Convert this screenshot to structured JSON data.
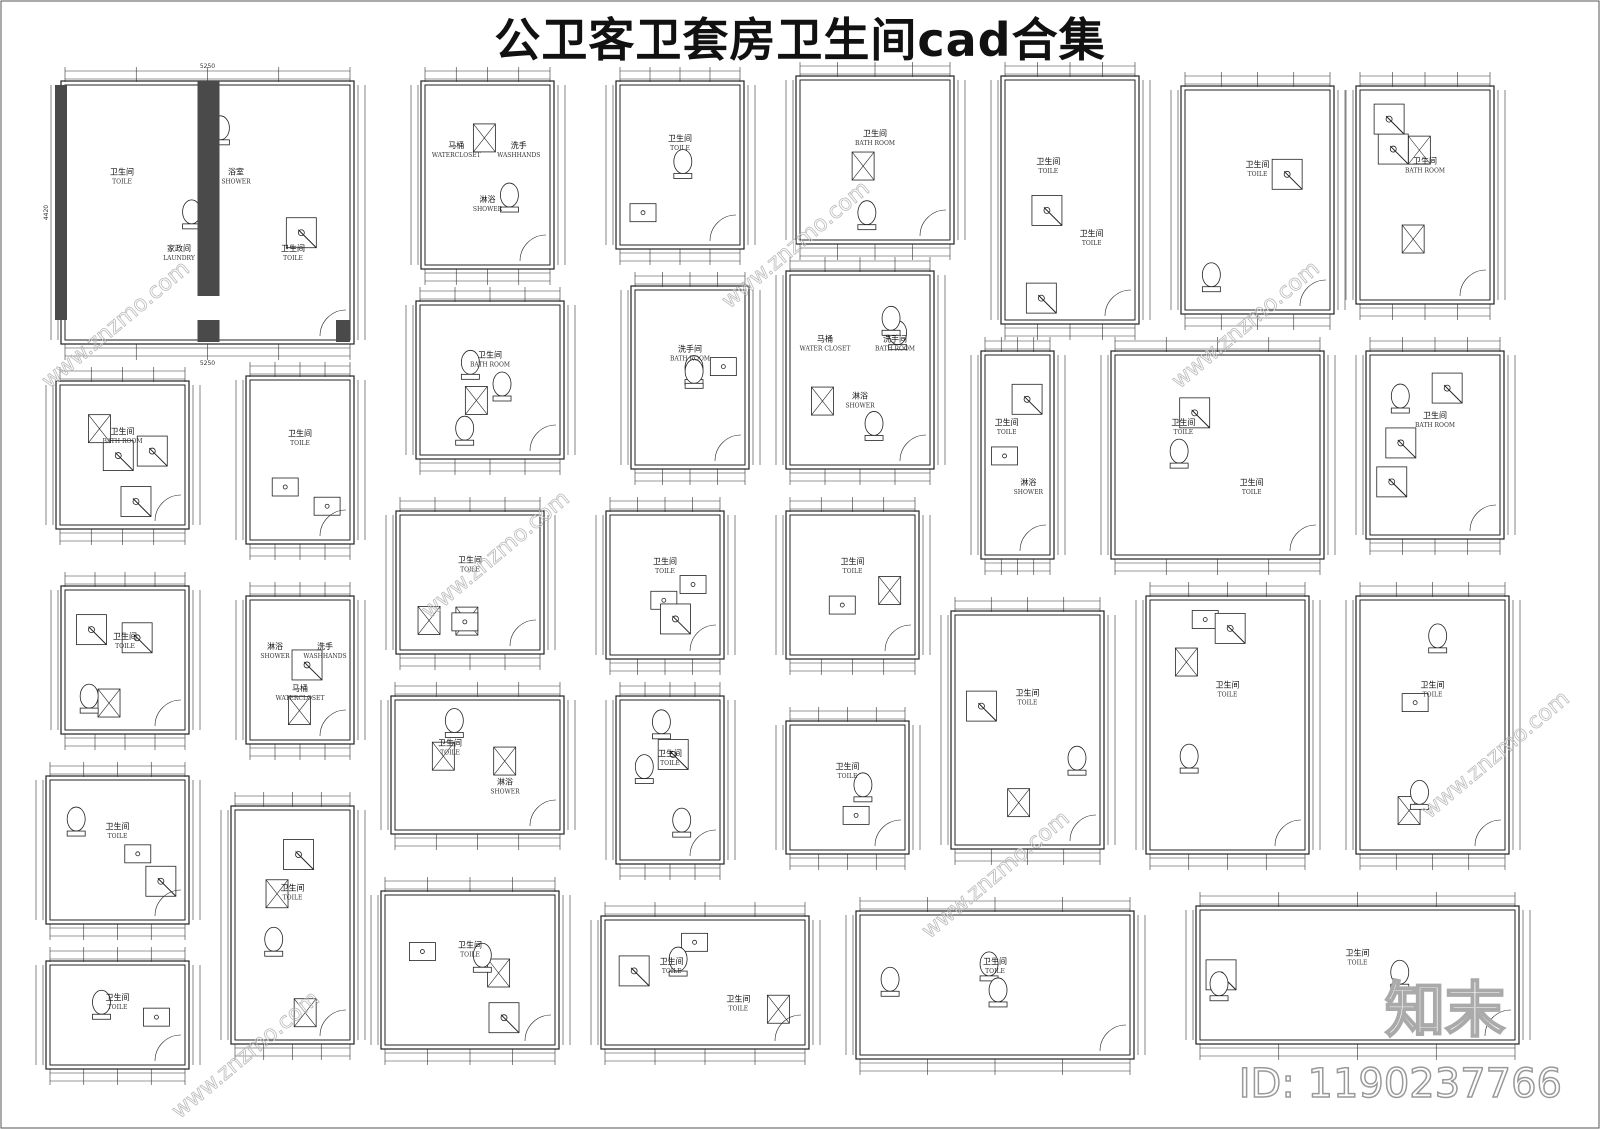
{
  "title": "公卫客卫套房卫生间cad合集",
  "watermark": {
    "logo": "知末",
    "id": "ID: 1190237766",
    "site": "www.znzmo.com"
  },
  "colors": {
    "line": "#222222",
    "wall": "#4a4a4a",
    "watermark": "#bbbbbb"
  },
  "plans": [
    {
      "rooms": [
        [
          "卫生间",
          "TOILE"
        ],
        [
          "家政间",
          "LAUNDRY"
        ],
        [
          "浴室",
          "SHOWER"
        ],
        [
          "卫生间",
          "TOILE"
        ]
      ],
      "dims": [
        "5250",
        "4420",
        "5250"
      ]
    },
    {
      "rooms": [
        [
          "马桶",
          "WATERCLOSET"
        ],
        [
          "淋浴",
          "SHOWER"
        ],
        [
          "洗手",
          "WASHHANDS"
        ]
      ]
    },
    {
      "rooms": [
        [
          "卫生间",
          "TOILE"
        ]
      ]
    },
    {
      "rooms": [
        [
          "卫生间",
          "BATH ROOM"
        ]
      ]
    },
    {
      "rooms": [
        [
          "卫生间",
          "TOILE"
        ],
        [
          "卫生间",
          "TOILE"
        ]
      ]
    },
    {
      "rooms": [
        [
          "卫生间",
          "TOILE"
        ]
      ]
    },
    {
      "rooms": [
        [
          "卫生间",
          "BATH ROOM"
        ]
      ]
    },
    {
      "rooms": [
        [
          "卫生间",
          "BATH ROOM"
        ]
      ]
    },
    {
      "rooms": [
        [
          "卫生间",
          "TOILE"
        ]
      ]
    },
    {
      "rooms": [
        [
          "卫生间",
          "BATH ROOM"
        ]
      ]
    },
    {
      "rooms": [
        [
          "洗手间",
          "BATH ROOM"
        ]
      ]
    },
    {
      "rooms": [
        [
          "马桶",
          "WATER CLOSET"
        ],
        [
          "淋浴",
          "SHOWER"
        ],
        [
          "洗手间",
          "BATH ROOM"
        ]
      ]
    },
    {
      "rooms": [
        [
          "卫生间",
          "TOILE"
        ],
        [
          "淋浴",
          "SHOWER"
        ]
      ]
    },
    {
      "rooms": [
        [
          "卫生间",
          "TOILE"
        ],
        [
          "卫生间",
          "TOILE"
        ]
      ]
    },
    {
      "rooms": [
        [
          "卫生间",
          "BATH ROOM"
        ]
      ]
    },
    {
      "rooms": [
        [
          "卫生间",
          "TOILE"
        ]
      ]
    },
    {
      "rooms": [
        [
          "淋浴",
          "SHOWER"
        ],
        [
          "马桶",
          "WATERCLOSET"
        ],
        [
          "洗手",
          "WASHHANDS"
        ]
      ]
    },
    {
      "rooms": [
        [
          "卫生间",
          "TOILE"
        ]
      ]
    },
    {
      "rooms": [
        [
          "卫生间",
          "TOILE"
        ]
      ]
    },
    {
      "rooms": [
        [
          "卫生间",
          "TOILE"
        ]
      ]
    },
    {
      "rooms": [
        [
          "卫生间",
          "TOILE"
        ]
      ]
    },
    {
      "rooms": [
        [
          "卫生间",
          "TOILE"
        ]
      ]
    },
    {
      "rooms": [
        [
          "卫生间",
          "TOILE"
        ]
      ]
    },
    {
      "rooms": [
        [
          "卫生间",
          "TOILE"
        ],
        [
          "淋浴",
          "SHOWER"
        ]
      ]
    },
    {
      "rooms": [
        [
          "卫生间",
          "TOILE"
        ]
      ]
    },
    {
      "rooms": [
        [
          "卫生间",
          "TOILE"
        ]
      ]
    },
    {
      "rooms": [
        [
          "卫生间",
          "TOILE"
        ]
      ]
    },
    {
      "rooms": [
        [
          "卫生间",
          "TOILE"
        ]
      ]
    },
    {
      "rooms": [
        [
          "卫生间",
          "TOILE"
        ]
      ]
    },
    {
      "rooms": [
        [
          "卫生间",
          "TOILE"
        ]
      ]
    },
    {
      "rooms": [
        [
          "卫生间",
          "TOILE"
        ],
        [
          "卫生间",
          "TOILE"
        ]
      ]
    },
    {
      "rooms": [
        [
          "卫生间",
          "TOILE"
        ]
      ]
    },
    {
      "rooms": [
        [
          "卫生间",
          "TOILE"
        ]
      ]
    }
  ]
}
